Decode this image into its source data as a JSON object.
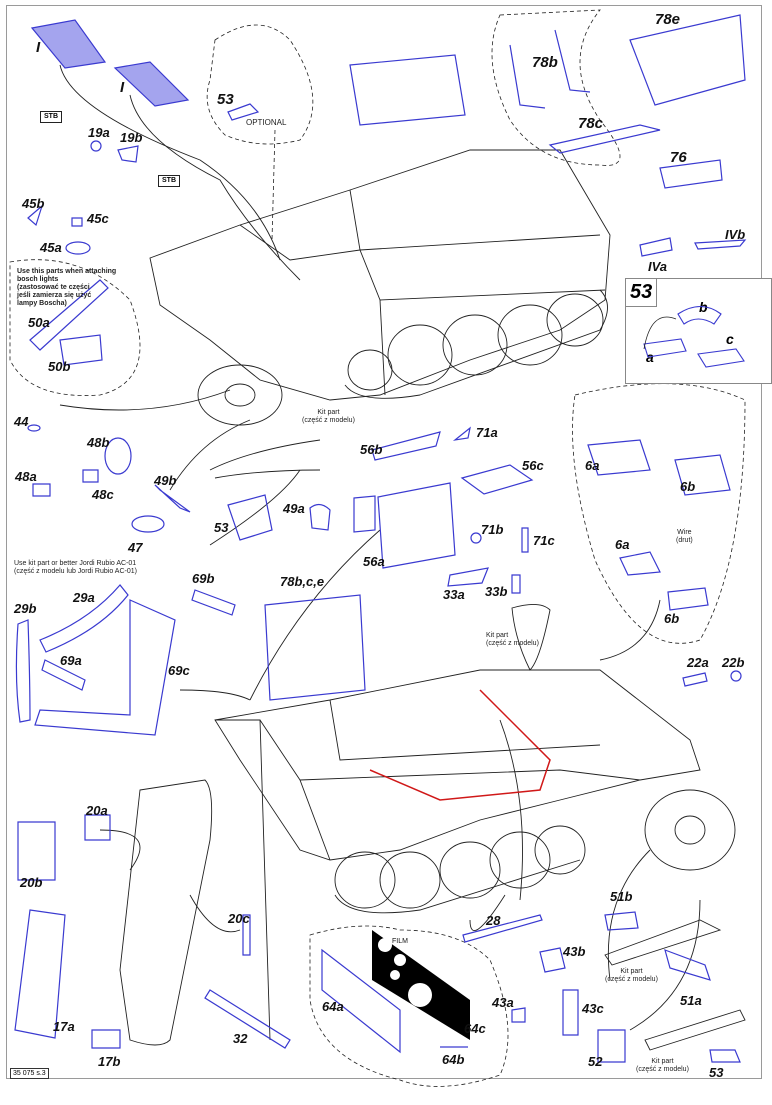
{
  "sheet": {
    "code": "35 075 s.3",
    "accent_part_color": "#3a3ad0",
    "line_color": "#222222",
    "highlight_color": "#d01818"
  },
  "parts": {
    "I_left": "I",
    "I_right": "I",
    "p53_top": "53",
    "optional": "OPTIONAL",
    "stb_1": "STB",
    "stb_2": "STB",
    "p19a": "19a",
    "p19b": "19b",
    "p45b": "45b",
    "p45c": "45c",
    "p45a": "45a",
    "p78e": "78e",
    "p78b": "78b",
    "p78c": "78c",
    "p76": "76",
    "pIVa": "IVa",
    "pIVb": "IVb",
    "p50a": "50a",
    "p50b": "50b",
    "p44": "44",
    "p48b": "48b",
    "p48a": "48a",
    "p48c": "48c",
    "p49b": "49b",
    "p49a": "49a",
    "p53_mid": "53",
    "p47": "47",
    "p56b": "56b",
    "p71a": "71a",
    "p56c": "56c",
    "p56a": "56a",
    "p71b": "71b",
    "p71c": "71c",
    "p33a": "33a",
    "p33b": "33b",
    "p6a_top": "6a",
    "p6b_top": "6b",
    "p6a_bottom": "6a",
    "p6b_bottom": "6b",
    "p29b": "29b",
    "p29a": "29a",
    "p69b": "69b",
    "p69a": "69a",
    "p69c": "69c",
    "p78bce": "78b,c,e",
    "p22a": "22a",
    "p22b": "22b",
    "p20a": "20a",
    "p20b": "20b",
    "p20c": "20c",
    "p17a": "17a",
    "p17b": "17b",
    "p32": "32",
    "p28": "28",
    "p43b": "43b",
    "p43a": "43a",
    "p43c": "43c",
    "p64a": "64a",
    "p64b": "64b",
    "p64c": "64c",
    "film": "FILM",
    "p51b": "51b",
    "p51a": "51a",
    "p52": "52",
    "p53_bottom": "53"
  },
  "inset53": {
    "title": "53",
    "a": "a",
    "b": "b",
    "c": "c"
  },
  "notes": {
    "bosch_1": "Use this parts when attaching",
    "bosch_2": "bosch lights",
    "bosch_3": "(zastosować te części",
    "bosch_4": "jeśli zamierza się użyć",
    "bosch_5": "lampy Boscha)",
    "kit_part": "Kit part",
    "kit_part_pl": "(część z modelu)",
    "jordi_1": "Use kit part or better Jordi Rubio AC-01",
    "jordi_2": "(część z modelu lub Jordi Rubio AC-01)",
    "wire": "Wire",
    "wire_pl": "(drut)"
  }
}
